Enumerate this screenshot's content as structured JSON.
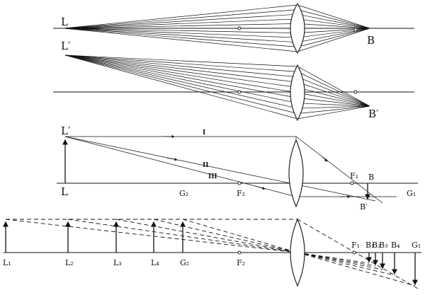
{
  "panel1": {
    "object_label": "L",
    "image_label": "B"
  },
  "panel2": {
    "object_label": "L′",
    "image_label": "B′"
  },
  "panel3": {
    "object_top_label": "L′",
    "object_base_label": "L",
    "ray1_label": "I",
    "ray2_label": "II",
    "ray3_label": "III",
    "focal_left_label": "F₂",
    "point_g2_label": "G₂",
    "focal_right_label": "F₁",
    "image_label": "B",
    "image_top_label": "B′",
    "point_g1_label": "G₁"
  },
  "panel4": {
    "object_labels": [
      "L₁",
      "L₂",
      "L₃",
      "L₄",
      "G₂"
    ],
    "focal_left_label": "F₂",
    "focal_right_label": "F₁",
    "image_labels": [
      "B₁",
      "B₂",
      "B₃",
      "B₄",
      "G₁"
    ]
  }
}
